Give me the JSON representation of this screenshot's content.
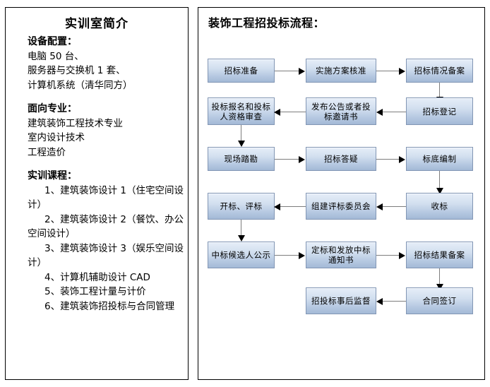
{
  "left_panel": {
    "title": "实训室简介",
    "sections": [
      {
        "heading": "设备配置：",
        "lines": [
          "电脑 50 台、",
          "服务器与交换机 1 套、",
          "计算机系统（清华同方）"
        ]
      },
      {
        "heading": "面向专业：",
        "lines": [
          "建筑装饰工程技术专业",
          "室内设计技术",
          "工程造价"
        ]
      },
      {
        "heading": "实训课程：",
        "lines": [
          "1、建筑装饰设计 1（住宅空间设计）",
          "2、建筑装饰设计 2（餐饮、办公空间设计）",
          "3、建筑装饰设计 3（娱乐空间设计）",
          "4、计算机辅助设计 CAD",
          "5、装饰工程计量与计价",
          "6、建筑装饰招投标与合同管理"
        ]
      }
    ]
  },
  "right_panel": {
    "title": "装饰工程招投标流程：",
    "nodes": [
      {
        "id": "n1",
        "label": "招标准备"
      },
      {
        "id": "n2",
        "label": "实施方案核准"
      },
      {
        "id": "n3",
        "label": "招标情况备案"
      },
      {
        "id": "n4",
        "label": "招标登记"
      },
      {
        "id": "n5",
        "label": "发布公告或者投标邀请书"
      },
      {
        "id": "n6",
        "label": "投标报名和投标人资格审查"
      },
      {
        "id": "n7",
        "label": "现场踏勘"
      },
      {
        "id": "n8",
        "label": "招标答疑"
      },
      {
        "id": "n9",
        "label": "标底编制"
      },
      {
        "id": "n10",
        "label": "收标"
      },
      {
        "id": "n11",
        "label": "组建评标委员会"
      },
      {
        "id": "n12",
        "label": "开标、评标"
      },
      {
        "id": "n13",
        "label": "中标候选人公示"
      },
      {
        "id": "n14",
        "label": "定标和发放中标通知书"
      },
      {
        "id": "n15",
        "label": "招标结果备案"
      },
      {
        "id": "n16",
        "label": "合同签订"
      },
      {
        "id": "n17",
        "label": "招投标事后监督"
      }
    ],
    "edges": [
      "招标准备 → 实施方案核准",
      "实施方案核准 → 招标情况备案",
      "招标情况备案 → 招标登记",
      "招标登记 → 发布公告或者投标邀请书",
      "发布公告或者投标邀请书 → 投标报名和投标人资格审查",
      "投标报名和投标人资格审查 → 现场踏勘",
      "现场踏勘 → 招标答疑",
      "招标答疑 → 标底编制",
      "标底编制 → 收标",
      "收标 → 组建评标委员会",
      "组建评标委员会 → 开标、评标",
      "开标、评标 → 中标候选人公示",
      "中标候选人公示 → 定标和发放中标通知书",
      "定标和发放中标通知书 → 招标结果备案",
      "招标结果备案 → 合同签订",
      "合同签订 → 招投标事后监督"
    ]
  },
  "colors": {
    "box_fill_top": "#e6eef8",
    "box_fill_bottom": "#a3b9d6",
    "box_border": "#8296b4",
    "arrow_line": "#7d7d7d",
    "arrow_head": "#000000",
    "panel_border": "#000000"
  }
}
